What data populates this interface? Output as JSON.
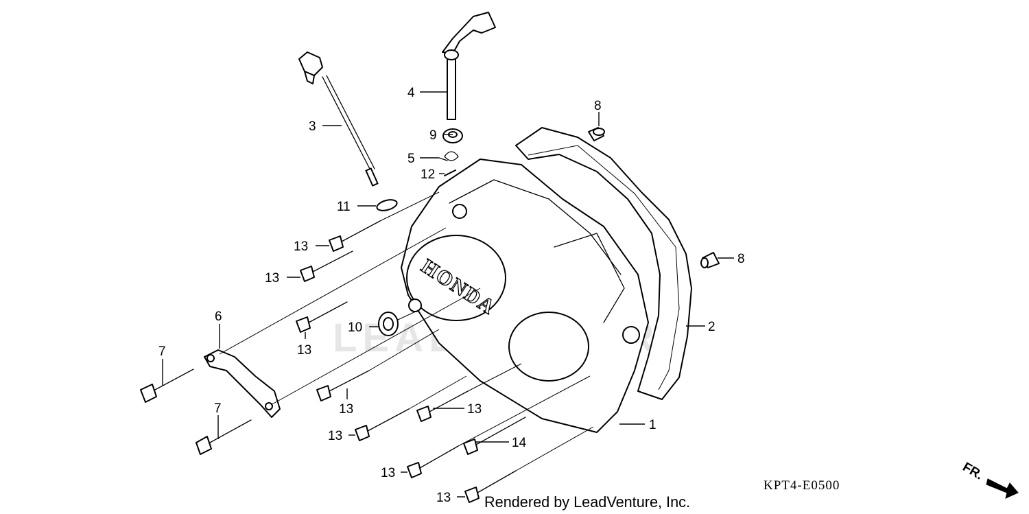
{
  "diagram": {
    "code": "KPT4-E0500",
    "footer": "Rendered by LeadVenture, Inc.",
    "watermark": "LEADVENTURE",
    "brand": "HONDA",
    "direction_label": "FR.",
    "callouts": {
      "c1": "1",
      "c2": "2",
      "c3": "3",
      "c4": "4",
      "c5": "5",
      "c6": "6",
      "c7a": "7",
      "c7b": "7",
      "c8a": "8",
      "c8b": "8",
      "c9": "9",
      "c10": "10",
      "c11": "11",
      "c12": "12",
      "c13a": "13",
      "c13b": "13",
      "c13c": "13",
      "c13d": "13",
      "c13e": "13",
      "c13f": "13",
      "c13g": "13",
      "c13h": "13",
      "c14": "14"
    }
  }
}
